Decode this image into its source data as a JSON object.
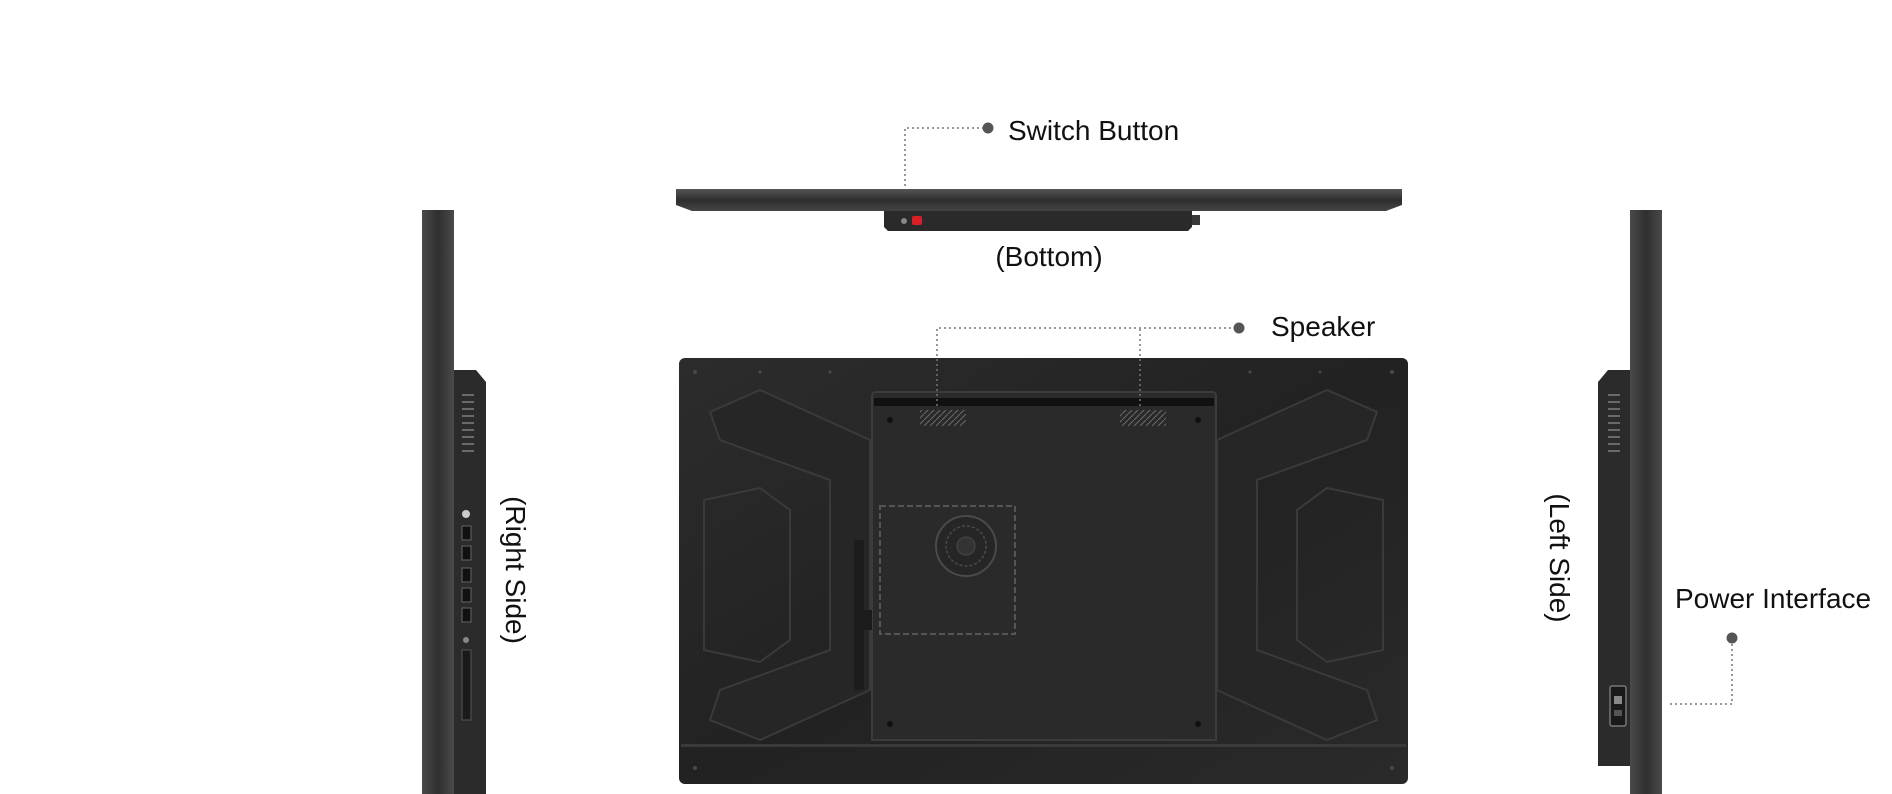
{
  "labels": {
    "switch_button": "Switch Button",
    "bottom_view": "(Bottom)",
    "speaker": "Speaker",
    "right_side_view": "(Right Side)",
    "left_side_view": "(Left Side)",
    "power_interface": "Power Interface"
  },
  "colors": {
    "device_body": "#3a3a3a",
    "device_dark": "#1e1e1e",
    "back_panel": "#2a2a2a",
    "leader_line": "#777777",
    "leader_dot": "#555555",
    "switch_red": "#d81f26"
  }
}
